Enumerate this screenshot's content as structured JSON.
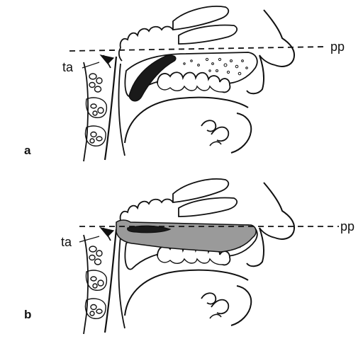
{
  "panels": [
    {
      "letter": "a",
      "labels": {
        "left": "ta",
        "right": "pp"
      }
    },
    {
      "letter": "b",
      "labels": {
        "left": "ta",
        "right": "pp"
      }
    }
  ],
  "colors": {
    "ink": "#111111",
    "bone_fill": "#ffffff",
    "shaded_fill": "#9a9a9a",
    "dark_fill": "#1a1a1a"
  }
}
